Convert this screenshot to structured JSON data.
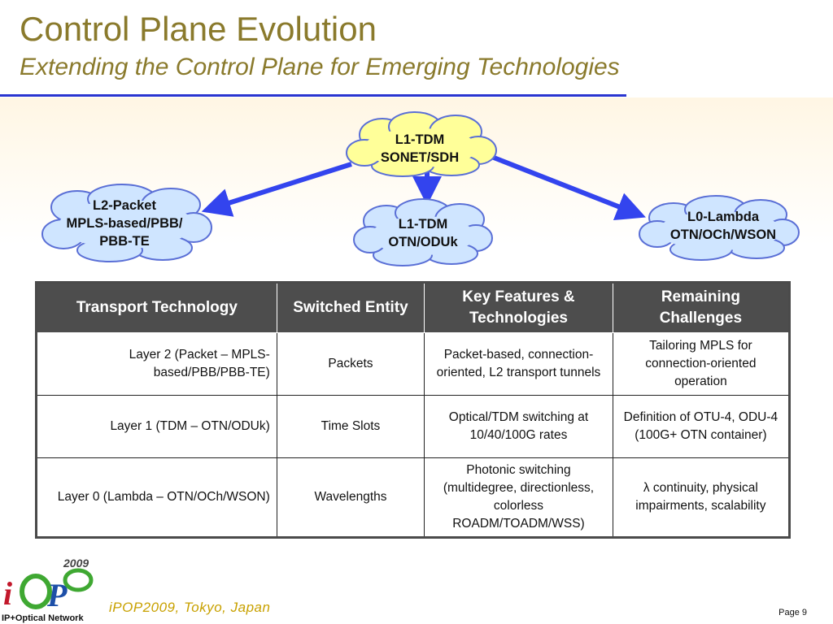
{
  "slide": {
    "title": "Control Plane Evolution",
    "subtitle": "Extending the Control Plane for Emerging Technologies",
    "accent_color": "#2a35d0",
    "title_color": "#8a7a2c"
  },
  "diagram": {
    "top_cloud": {
      "line1": "L1-TDM",
      "line2": "SONET/SDH"
    },
    "left_cloud": {
      "line1": "L2-Packet",
      "line2": "MPLS-based/PBB/",
      "line3": "PBB-TE"
    },
    "center_cloud": {
      "line1": "L1-TDM",
      "line2": "OTN/ODUk"
    },
    "right_cloud": {
      "line1": "L0-Lambda",
      "line2": "OTN/OCh/WSON"
    },
    "cloud_fill": "#cfe5ff",
    "top_cloud_fill": "#ffff99",
    "arrow_color": "#3344ee"
  },
  "table": {
    "headers": [
      "Transport Technology",
      "Switched Entity",
      "Key Features & Technologies",
      "Remaining Challenges"
    ],
    "rows": [
      [
        "Layer 2 (Packet – MPLS-based/PBB/PBB-TE)",
        "Packets",
        "Packet-based, connection-oriented, L2 transport tunnels",
        "Tailoring MPLS for connection-oriented operation"
      ],
      [
        "Layer 1 (TDM – OTN/ODUk)",
        "Time Slots",
        "Optical/TDM switching at 10/40/100G rates",
        "Definition of OTU-4, ODU-4 (100G+ OTN container)"
      ],
      [
        "Layer 0 (Lambda – OTN/OCh/WSON)",
        "Wavelengths",
        "Photonic switching (multidegree, directionless, colorless ROADM/TOADM/WSS)",
        "λ continuity, physical impairments, scalability"
      ]
    ]
  },
  "footer": {
    "event": "iPOP2009, Tokyo, Japan",
    "page": "Page 9",
    "logo_year": "2009",
    "logo_caption": "IP+Optical Network"
  }
}
